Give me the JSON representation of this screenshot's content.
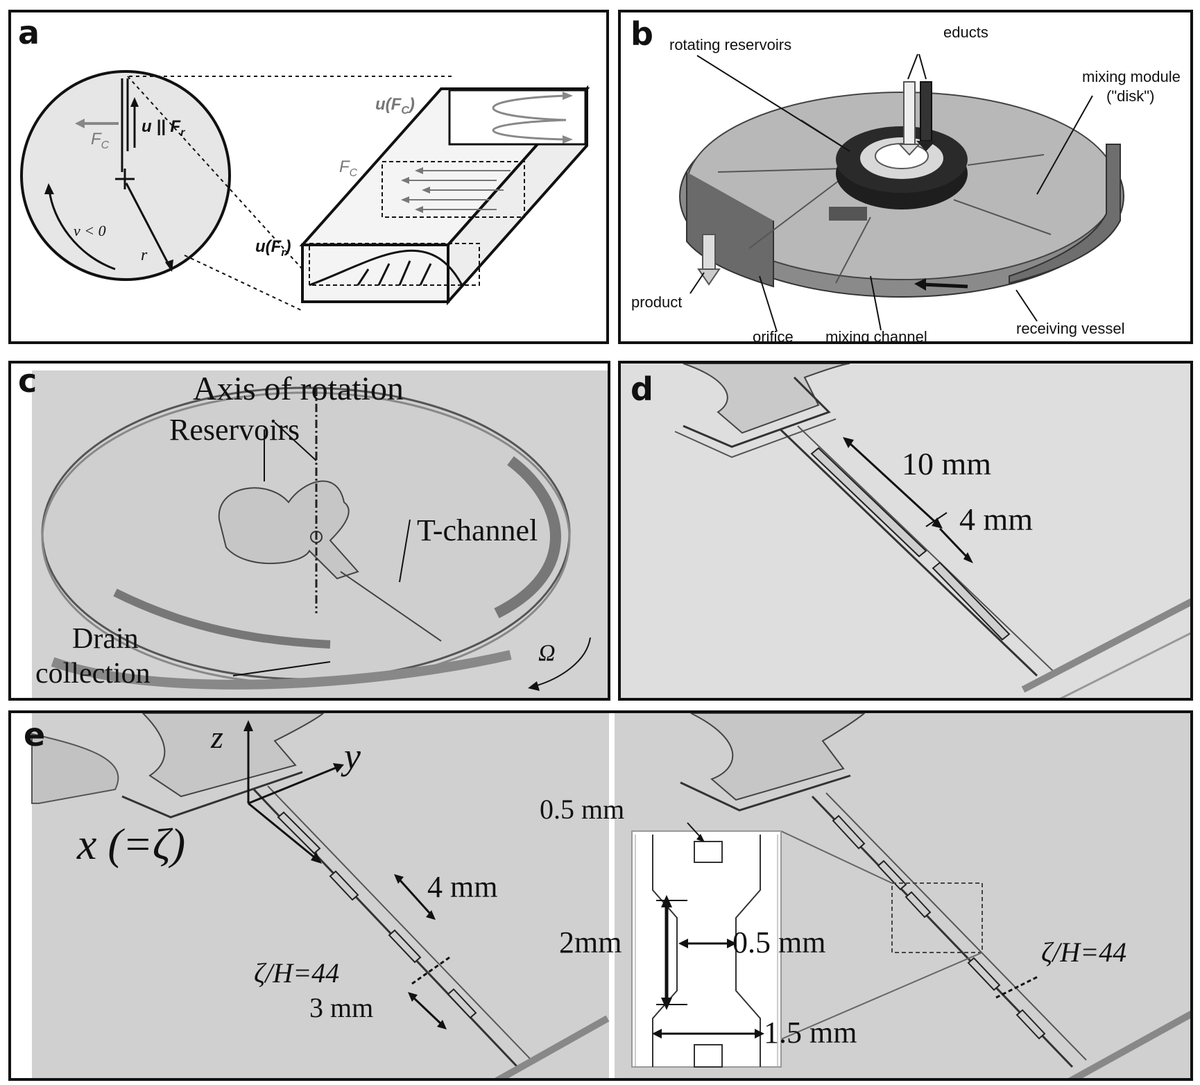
{
  "panels": {
    "a": {
      "label": "a",
      "u_fc": "u(F",
      "u_fc_sub": "C",
      "fc": "F",
      "fc_sub": "C",
      "u_fr": "u(F",
      "u_fr_sub": "r",
      "circle_fc": "F",
      "circle_fc_sub": "C",
      "u_par": "u || F",
      "u_par_sub": "r",
      "nu": "ν < 0",
      "r": "r"
    },
    "b": {
      "label": "b",
      "educts": "educts",
      "rotating_reservoirs": "rotating reservoirs",
      "mixing_module": "mixing module",
      "disk": "(\"disk\")",
      "product": "product",
      "orifice": "orifice",
      "mixing_channel": "mixing channel",
      "receiving_vessel": "receiving vessel"
    },
    "c": {
      "label": "c",
      "axis": "Axis of rotation",
      "reservoirs": "Reservoirs",
      "t_channel": "T-channel",
      "drain": "Drain",
      "collection": "collection",
      "omega": "Ω"
    },
    "d": {
      "label": "d",
      "dim1": "10 mm",
      "dim2": "4 mm"
    },
    "e": {
      "label": "e",
      "z": "z",
      "y": "y",
      "x": "x (=ζ)",
      "dim_4mm": "4 mm",
      "zeta_left": "ζ/H=44",
      "dim_3mm": "3 mm",
      "dim_05_top": "0.5 mm",
      "dim_2mm": "2mm",
      "dim_05_mid": "0.5 mm",
      "dim_15": "1.5 mm",
      "zeta_right": "ζ/H=44"
    }
  }
}
